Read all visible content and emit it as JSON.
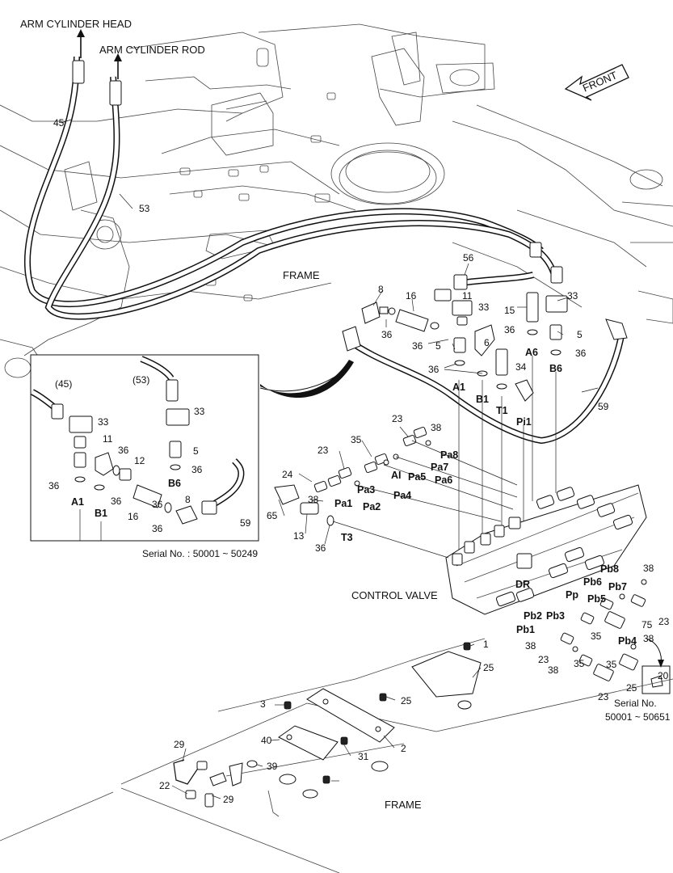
{
  "labels": {
    "arm_cylinder_head": "ARM CYLINDER HEAD",
    "arm_cylinder_rod": "ARM CYLINDER ROD",
    "front": "FRONT",
    "frame_top": "FRAME",
    "frame_bottom": "FRAME",
    "control_valve": "CONTROL VALVE",
    "inset_serial": "Serial No. : 50001 ~ 50249",
    "serial_small_title": "Serial No.",
    "serial_small_range": "50001 ~ 50651"
  },
  "callouts": [
    "45",
    "53",
    "56",
    "8",
    "16",
    "11",
    "33",
    "15",
    "33",
    "36",
    "36",
    "5",
    "6",
    "36",
    "5",
    "A6",
    "36",
    "B6",
    "34",
    "36",
    "A1",
    "B1",
    "T1",
    "Pi1",
    "59",
    "23",
    "38",
    "35",
    "Pa8",
    "Pa7",
    "23",
    "AI",
    "Pa5",
    "Pa6",
    "24",
    "Pa3",
    "Pa4",
    "38",
    "Pa1",
    "Pa2",
    "65",
    "13",
    "T3",
    "36",
    "(45)",
    "(53)",
    "33",
    "33",
    "11",
    "36",
    "5",
    "12",
    "36",
    "36",
    "B6",
    "36",
    "36",
    "A1",
    "B1",
    "16",
    "8",
    "36",
    "59",
    "DR",
    "Pb8",
    "38",
    "Pb6",
    "Pb7",
    "Pp",
    "Pb5",
    "Pb2",
    "Pb3",
    "75",
    "23",
    "Pb1",
    "35",
    "Pb4",
    "38",
    "38",
    "23",
    "35",
    "38",
    "35",
    "20",
    "23",
    "25",
    "1",
    "25",
    "25",
    "3",
    "2",
    "40",
    "29",
    "31",
    "39",
    "22",
    "29"
  ]
}
